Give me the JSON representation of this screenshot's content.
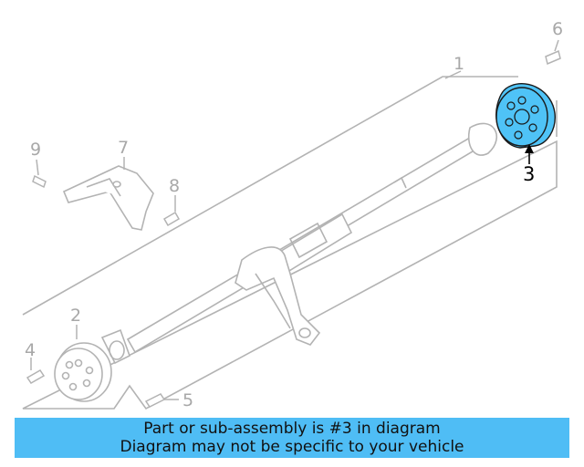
{
  "diagram": {
    "callouts": {
      "c1": "1",
      "c2": "2",
      "c3": "3",
      "c4": "4",
      "c5": "5",
      "c6": "6",
      "c7": "7",
      "c8": "8",
      "c9": "9"
    },
    "highlighted_part": "3",
    "highlight_color": "#4fc3f7",
    "line_color": "#b3b3b3"
  },
  "banner": {
    "line1": "Part or sub-assembly is #3 in diagram",
    "line2": "Diagram may not be specific to your vehicle",
    "background": "#4fbdf5"
  }
}
